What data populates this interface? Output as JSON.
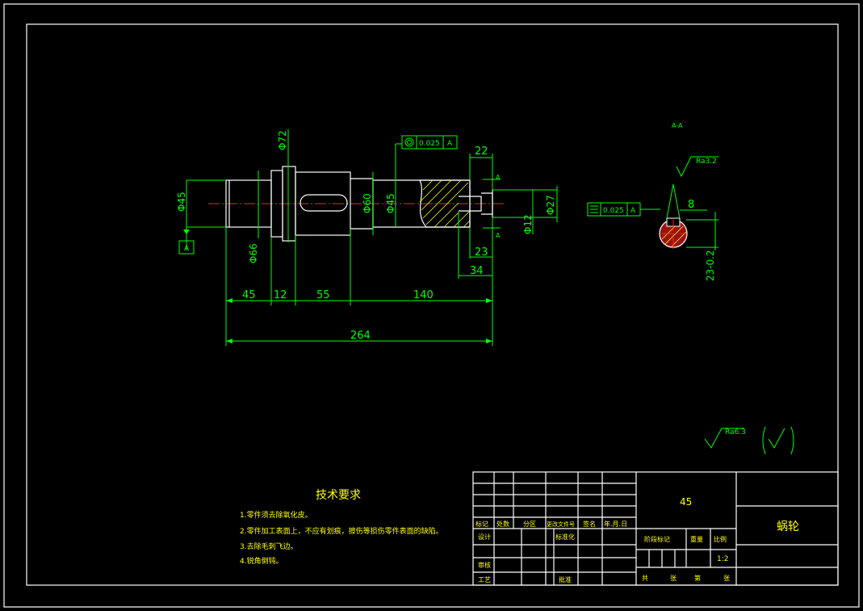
{
  "dimensions": {
    "phi72": "Φ72",
    "phi45_left": "Φ45",
    "phi66": "Φ66",
    "phi60": "Φ60",
    "phi45_mid": "Φ45",
    "phi27": "Φ27",
    "phi12": "Φ12",
    "len45": "45",
    "len12": "12",
    "len55": "55",
    "len140": "140",
    "len264": "264",
    "len22": "22",
    "len23": "23",
    "len34": "34",
    "sec_8": "8",
    "sec_23": "23-0.2",
    "section_title": "A-A",
    "ra_32": "Ra3.2",
    "ra_63": "Ra6.3"
  },
  "tolerances": {
    "runout_value": "0.025",
    "runout_datum": "A",
    "sym_value": "0.025",
    "sym_datum": "A",
    "datum_label": "A",
    "cut_a1": "A",
    "cut_a2": "A"
  },
  "tech_requirements": {
    "title": "技术要求",
    "items": [
      "1.零件须去除氧化皮。",
      "2.零件加工表面上，不应有划痕，擦伤等损伤零件表面的缺陷。",
      "3.去除毛刺飞边。",
      "4.锐角倒钝。"
    ]
  },
  "title_block": {
    "material": "45",
    "part_name": "蜗轮",
    "scale": "1:2",
    "headers": [
      "标记",
      "处数",
      "分区",
      "更改文件号",
      "签名",
      "年.月.日"
    ],
    "design": "设计",
    "standardize": "标准化",
    "review": "审核",
    "process": "工艺",
    "approve": "批准",
    "stage_mark": "阶段标记",
    "weight": "重量",
    "ratio": "比例",
    "total": "共",
    "sheets": "张",
    "sheet_no": "第",
    "sheet": "张"
  }
}
